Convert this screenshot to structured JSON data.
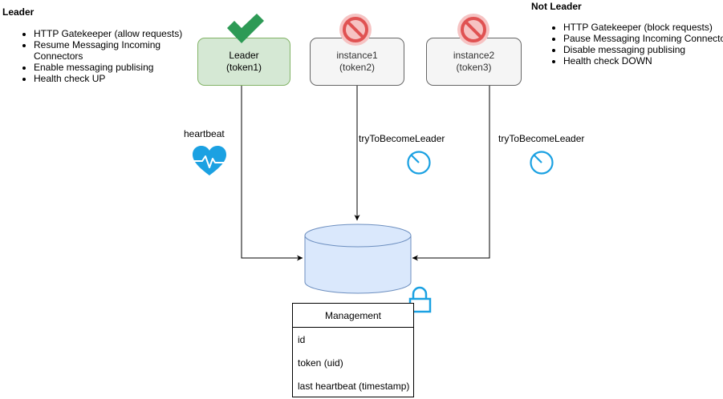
{
  "leader_panel": {
    "title": "Leader",
    "items": [
      "HTTP Gatekeeper (allow requests)",
      "Resume Messaging Incoming Connectors",
      "Enable messaging publising",
      "Health check UP"
    ]
  },
  "not_leader_panel": {
    "title": "Not Leader",
    "items": [
      "HTTP Gatekeeper (block requests)",
      "Pause  Messaging Incoming Connectors",
      "Disable messaging publising",
      "Health check DOWN"
    ]
  },
  "nodes": {
    "leader": {
      "line1": "Leader",
      "line2": "(token1)",
      "status_icon": "checkmark-icon"
    },
    "instance1": {
      "line1": "instance1",
      "line2": "(token2)",
      "status_icon": "prohibited-icon"
    },
    "instance2": {
      "line1": "instance2",
      "line2": "(token3)",
      "status_icon": "prohibited-icon"
    }
  },
  "edge_labels": {
    "heartbeat": "heartbeat",
    "try1": "tryToBecomeLeader",
    "try2": "tryToBecomeLeader"
  },
  "icons": {
    "heartbeat": "heartbeat-icon",
    "timer": "timer-icon",
    "database": "database-icon",
    "lock": "lock-icon"
  },
  "table": {
    "name": "Management",
    "fields": [
      "id",
      "token (uid)",
      "last heartbeat (timestamp)"
    ]
  },
  "colors": {
    "leader_fill": "#d5e8d4",
    "leader_stroke": "#82b366",
    "instance_fill": "#f5f5f5",
    "instance_stroke": "#666666",
    "check": "#2d9a55",
    "prohibit": "#e05252",
    "accent_blue": "#1ba1e2",
    "db_fill": "#dae8fc",
    "db_stroke": "#6c8ebf"
  }
}
